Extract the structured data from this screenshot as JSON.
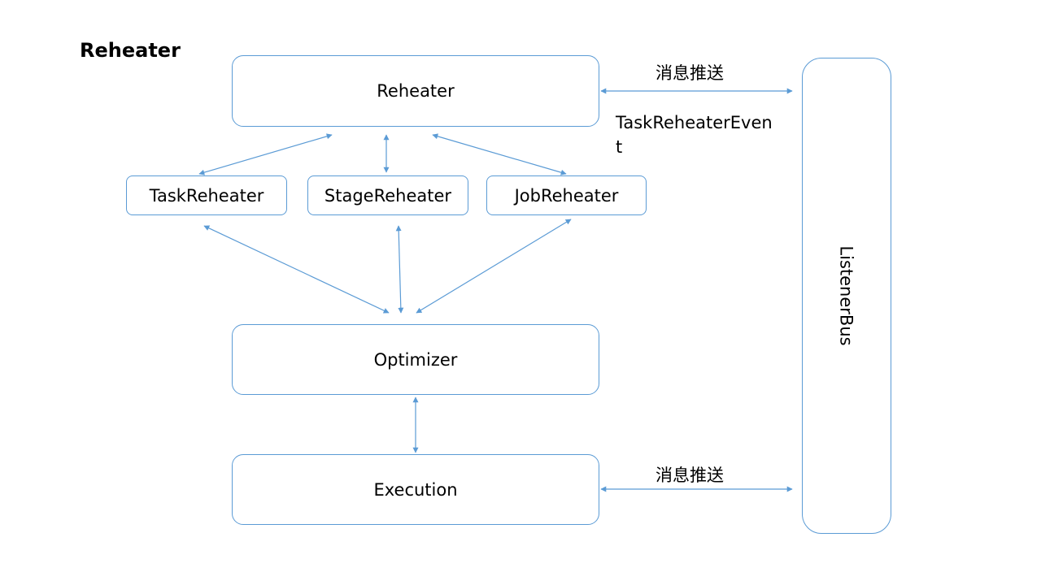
{
  "title": "Reheater",
  "nodes": {
    "reheater": "Reheater",
    "task_reheater": "TaskReheater",
    "stage_reheater": "StageReheater",
    "job_reheater": "JobReheater",
    "optimizer": "Optimizer",
    "execution": "Execution",
    "listener_bus": "ListenerBus"
  },
  "edge_labels": {
    "top_push": "消息推送",
    "event": "TaskReheaterEvent",
    "bottom_push": "消息推送"
  },
  "colors": {
    "stroke": "#5b9bd5",
    "text": "#000000"
  }
}
